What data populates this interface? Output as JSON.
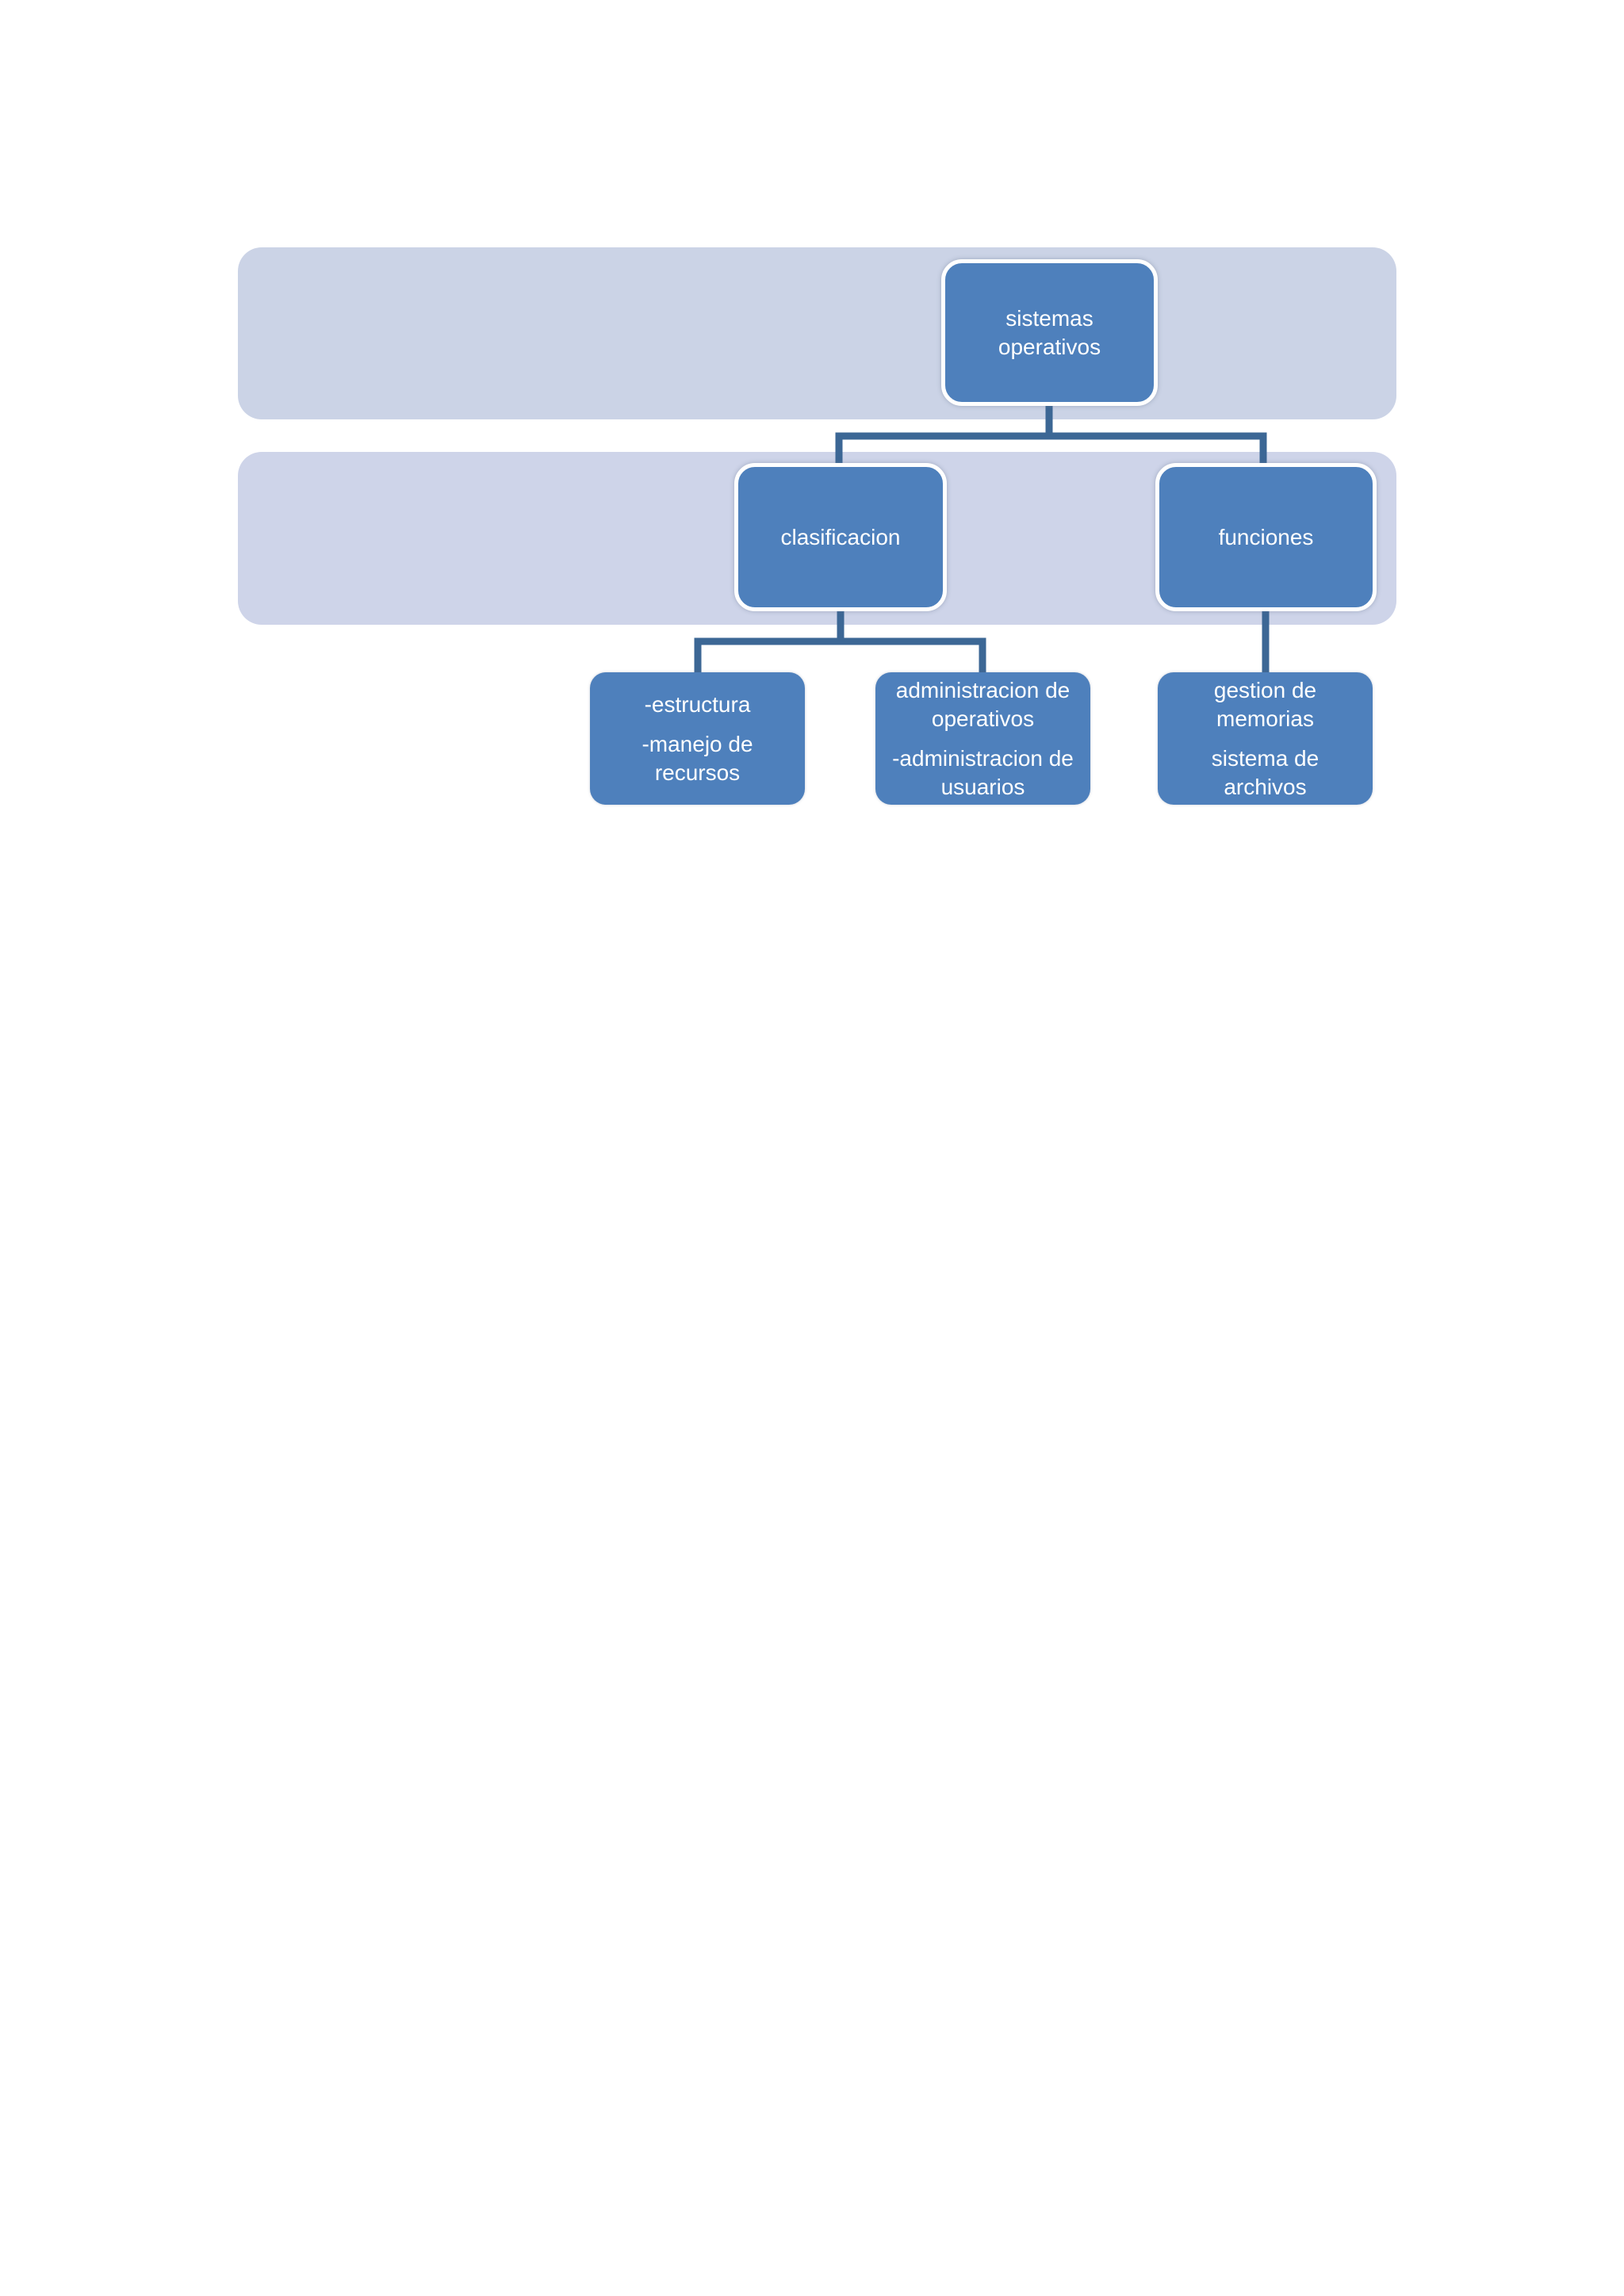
{
  "colors": {
    "page_bg": "#ffffff",
    "node_fill": "#4e80bc",
    "node_border": "#ffffff",
    "connector": "#3c6795",
    "band_level1": "#cbd3e6",
    "band_level2": "#ced4e9",
    "text": "#ffffff"
  },
  "diagram": {
    "type": "hierarchy",
    "root": {
      "id": "sistemas-operativos",
      "lines": [
        "sistemas",
        "operativos"
      ]
    },
    "level2": [
      {
        "id": "clasificacion",
        "parent": "sistemas-operativos",
        "lines": [
          "clasificacion"
        ]
      },
      {
        "id": "funciones",
        "parent": "sistemas-operativos",
        "lines": [
          "funciones"
        ]
      }
    ],
    "level3": [
      {
        "id": "estructura-manejo-de-recursos",
        "parent": "clasificacion",
        "paragraphs": [
          {
            "lines": [
              "-estructura"
            ]
          },
          {
            "lines": [
              "-manejo de",
              "recursos"
            ]
          }
        ]
      },
      {
        "id": "administracion-de-operativos-usuarios",
        "parent": "clasificacion",
        "paragraphs": [
          {
            "lines": [
              "administracion de",
              "operativos"
            ]
          },
          {
            "lines": [
              "-administracion de",
              "usuarios"
            ]
          }
        ]
      },
      {
        "id": "gestion-de-memorias-sistema-de-archivos",
        "parent": "funciones",
        "paragraphs": [
          {
            "lines": [
              "gestion de",
              "memorias"
            ]
          },
          {
            "lines": [
              "sistema de",
              "archivos"
            ]
          }
        ]
      }
    ]
  }
}
